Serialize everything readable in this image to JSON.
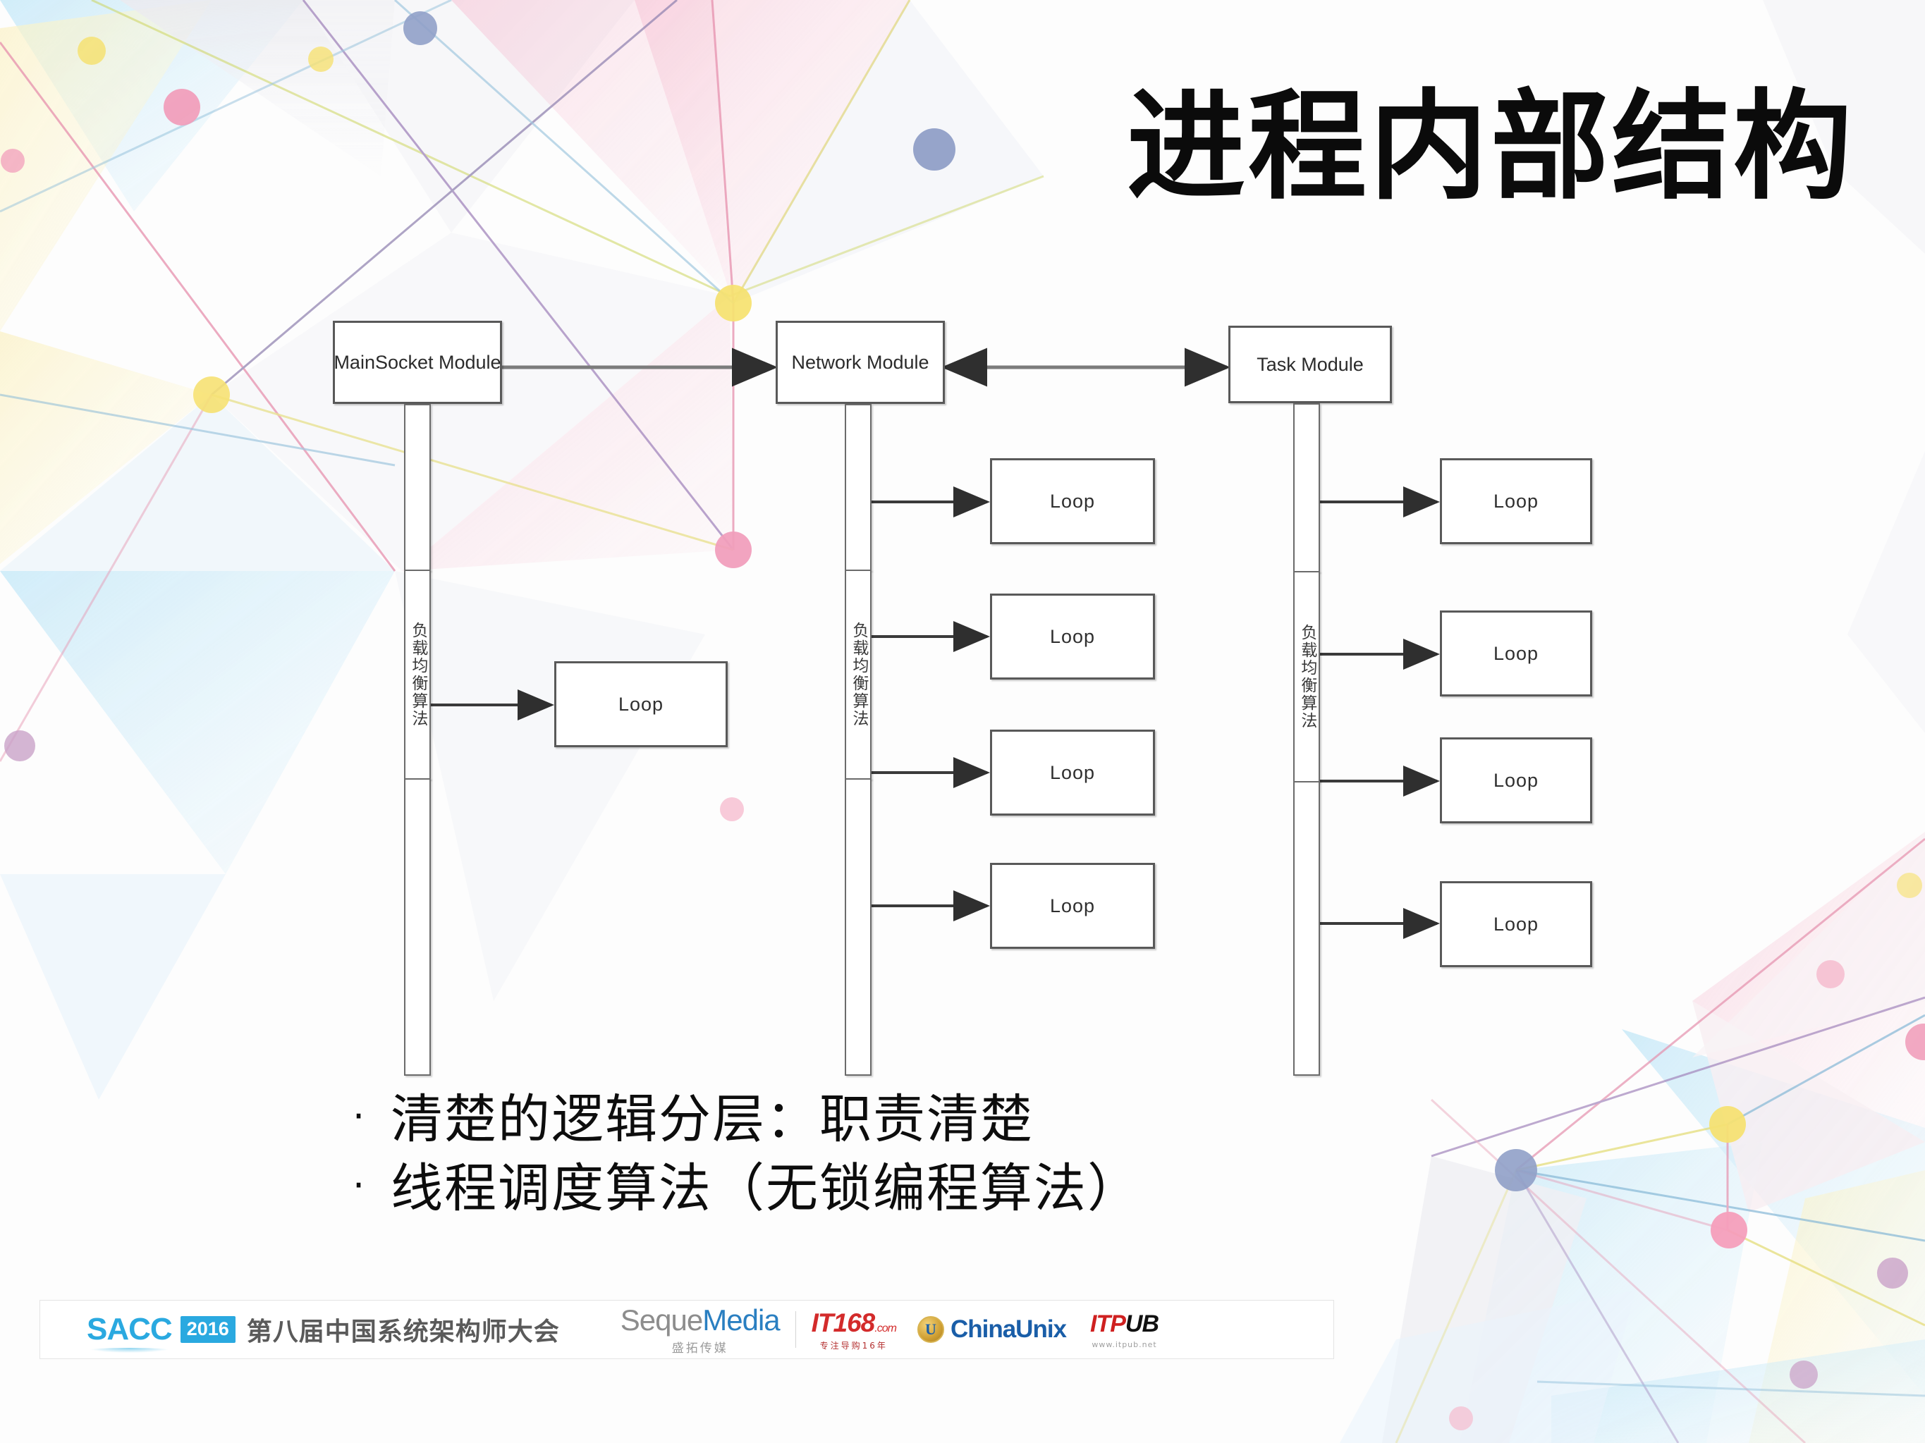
{
  "slide": {
    "title": "进程内部结构"
  },
  "diagram": {
    "modules": [
      {
        "id": "mainsocket",
        "label": "MainSocket Module"
      },
      {
        "id": "network",
        "label": "Network Module"
      },
      {
        "id": "task",
        "label": "Task Module"
      }
    ],
    "lifeline_label": "负载均衡算法",
    "loop_label": "Loop",
    "loops": {
      "mainsocket": [
        "Loop"
      ],
      "network": [
        "Loop",
        "Loop",
        "Loop",
        "Loop"
      ],
      "task": [
        "Loop",
        "Loop",
        "Loop",
        "Loop"
      ]
    },
    "connections": [
      {
        "from": "MainSocket Module",
        "to": "Network Module",
        "type": "arrow"
      },
      {
        "from": "Task Module",
        "to": "Network Module",
        "type": "double-arrow"
      }
    ]
  },
  "bullets": [
    {
      "marker": "·",
      "text": "清楚的逻辑分层：职责清楚"
    },
    {
      "marker": "·",
      "text": "线程调度算法（无锁编程算法）"
    }
  ],
  "footer": {
    "sacc": {
      "word": "SACC",
      "year": "2016",
      "cn": "第八届中国系统架构师大会"
    },
    "sequemedia": {
      "part1": "Seque",
      "part2": "Media",
      "sub": "盛拓传媒"
    },
    "it168": {
      "main": "IT168",
      "domain": ".com",
      "sub": "专注导购16年"
    },
    "chinaunix": {
      "badge": "U",
      "name": "ChinaUnix"
    },
    "itpub": {
      "it": "IT",
      "p": "P",
      "ub": "UB",
      "sub": "www.itpub.net"
    }
  },
  "colors": {
    "accent_blue": "#2aa9e0",
    "box_border": "#595959",
    "text_dark": "#0b0b0b",
    "deco_pink": "#f29ab8",
    "deco_yellow": "#f5dd6e",
    "deco_blue": "#8aa6d6",
    "deco_cyan": "#bfe4f5"
  }
}
